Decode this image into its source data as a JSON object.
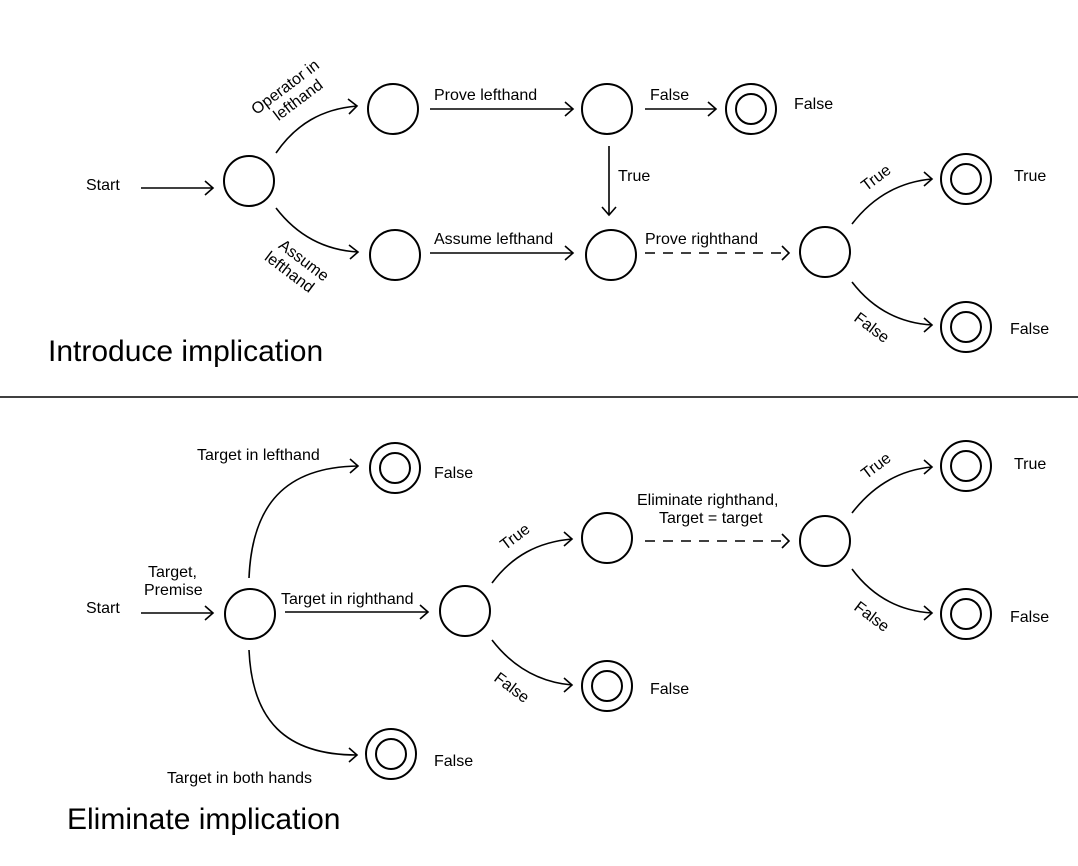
{
  "sections": {
    "introduce": {
      "title": "Introduce implication",
      "start_label": "Start",
      "edge_labels": {
        "operator_in_lefthand_line1": "Operator in",
        "operator_in_lefthand_line2": "lefthand",
        "assume_lefthand_branch_line1": "Assume",
        "assume_lefthand_branch_line2": "lefthand",
        "prove_lefthand": "Prove lefthand",
        "assume_lefthand": "Assume lefthand",
        "false_from_prove": "False",
        "true_from_prove": "True",
        "prove_righthand": "Prove righthand",
        "true_branch": "True",
        "false_branch": "False"
      },
      "outcomes": {
        "prove_false": "False",
        "right_true": "True",
        "right_false": "False"
      }
    },
    "eliminate": {
      "title": "Eliminate implication",
      "start_label": "Start",
      "edge_labels": {
        "target_premise_line1": "Target,",
        "target_premise_line2": "Premise",
        "target_in_lefthand": "Target in lefthand",
        "target_in_righthand": "Target in righthand",
        "target_in_both_hands": "Target in both hands",
        "true_mid": "True",
        "false_mid": "False",
        "eliminate_righthand_line1": "Eliminate righthand,",
        "eliminate_righthand_line2": "Target = target",
        "true_right": "True",
        "false_right": "False"
      },
      "outcomes": {
        "lefthand_false": "False",
        "both_false": "False",
        "mid_false": "False",
        "right_true": "True",
        "right_false": "False"
      }
    }
  }
}
